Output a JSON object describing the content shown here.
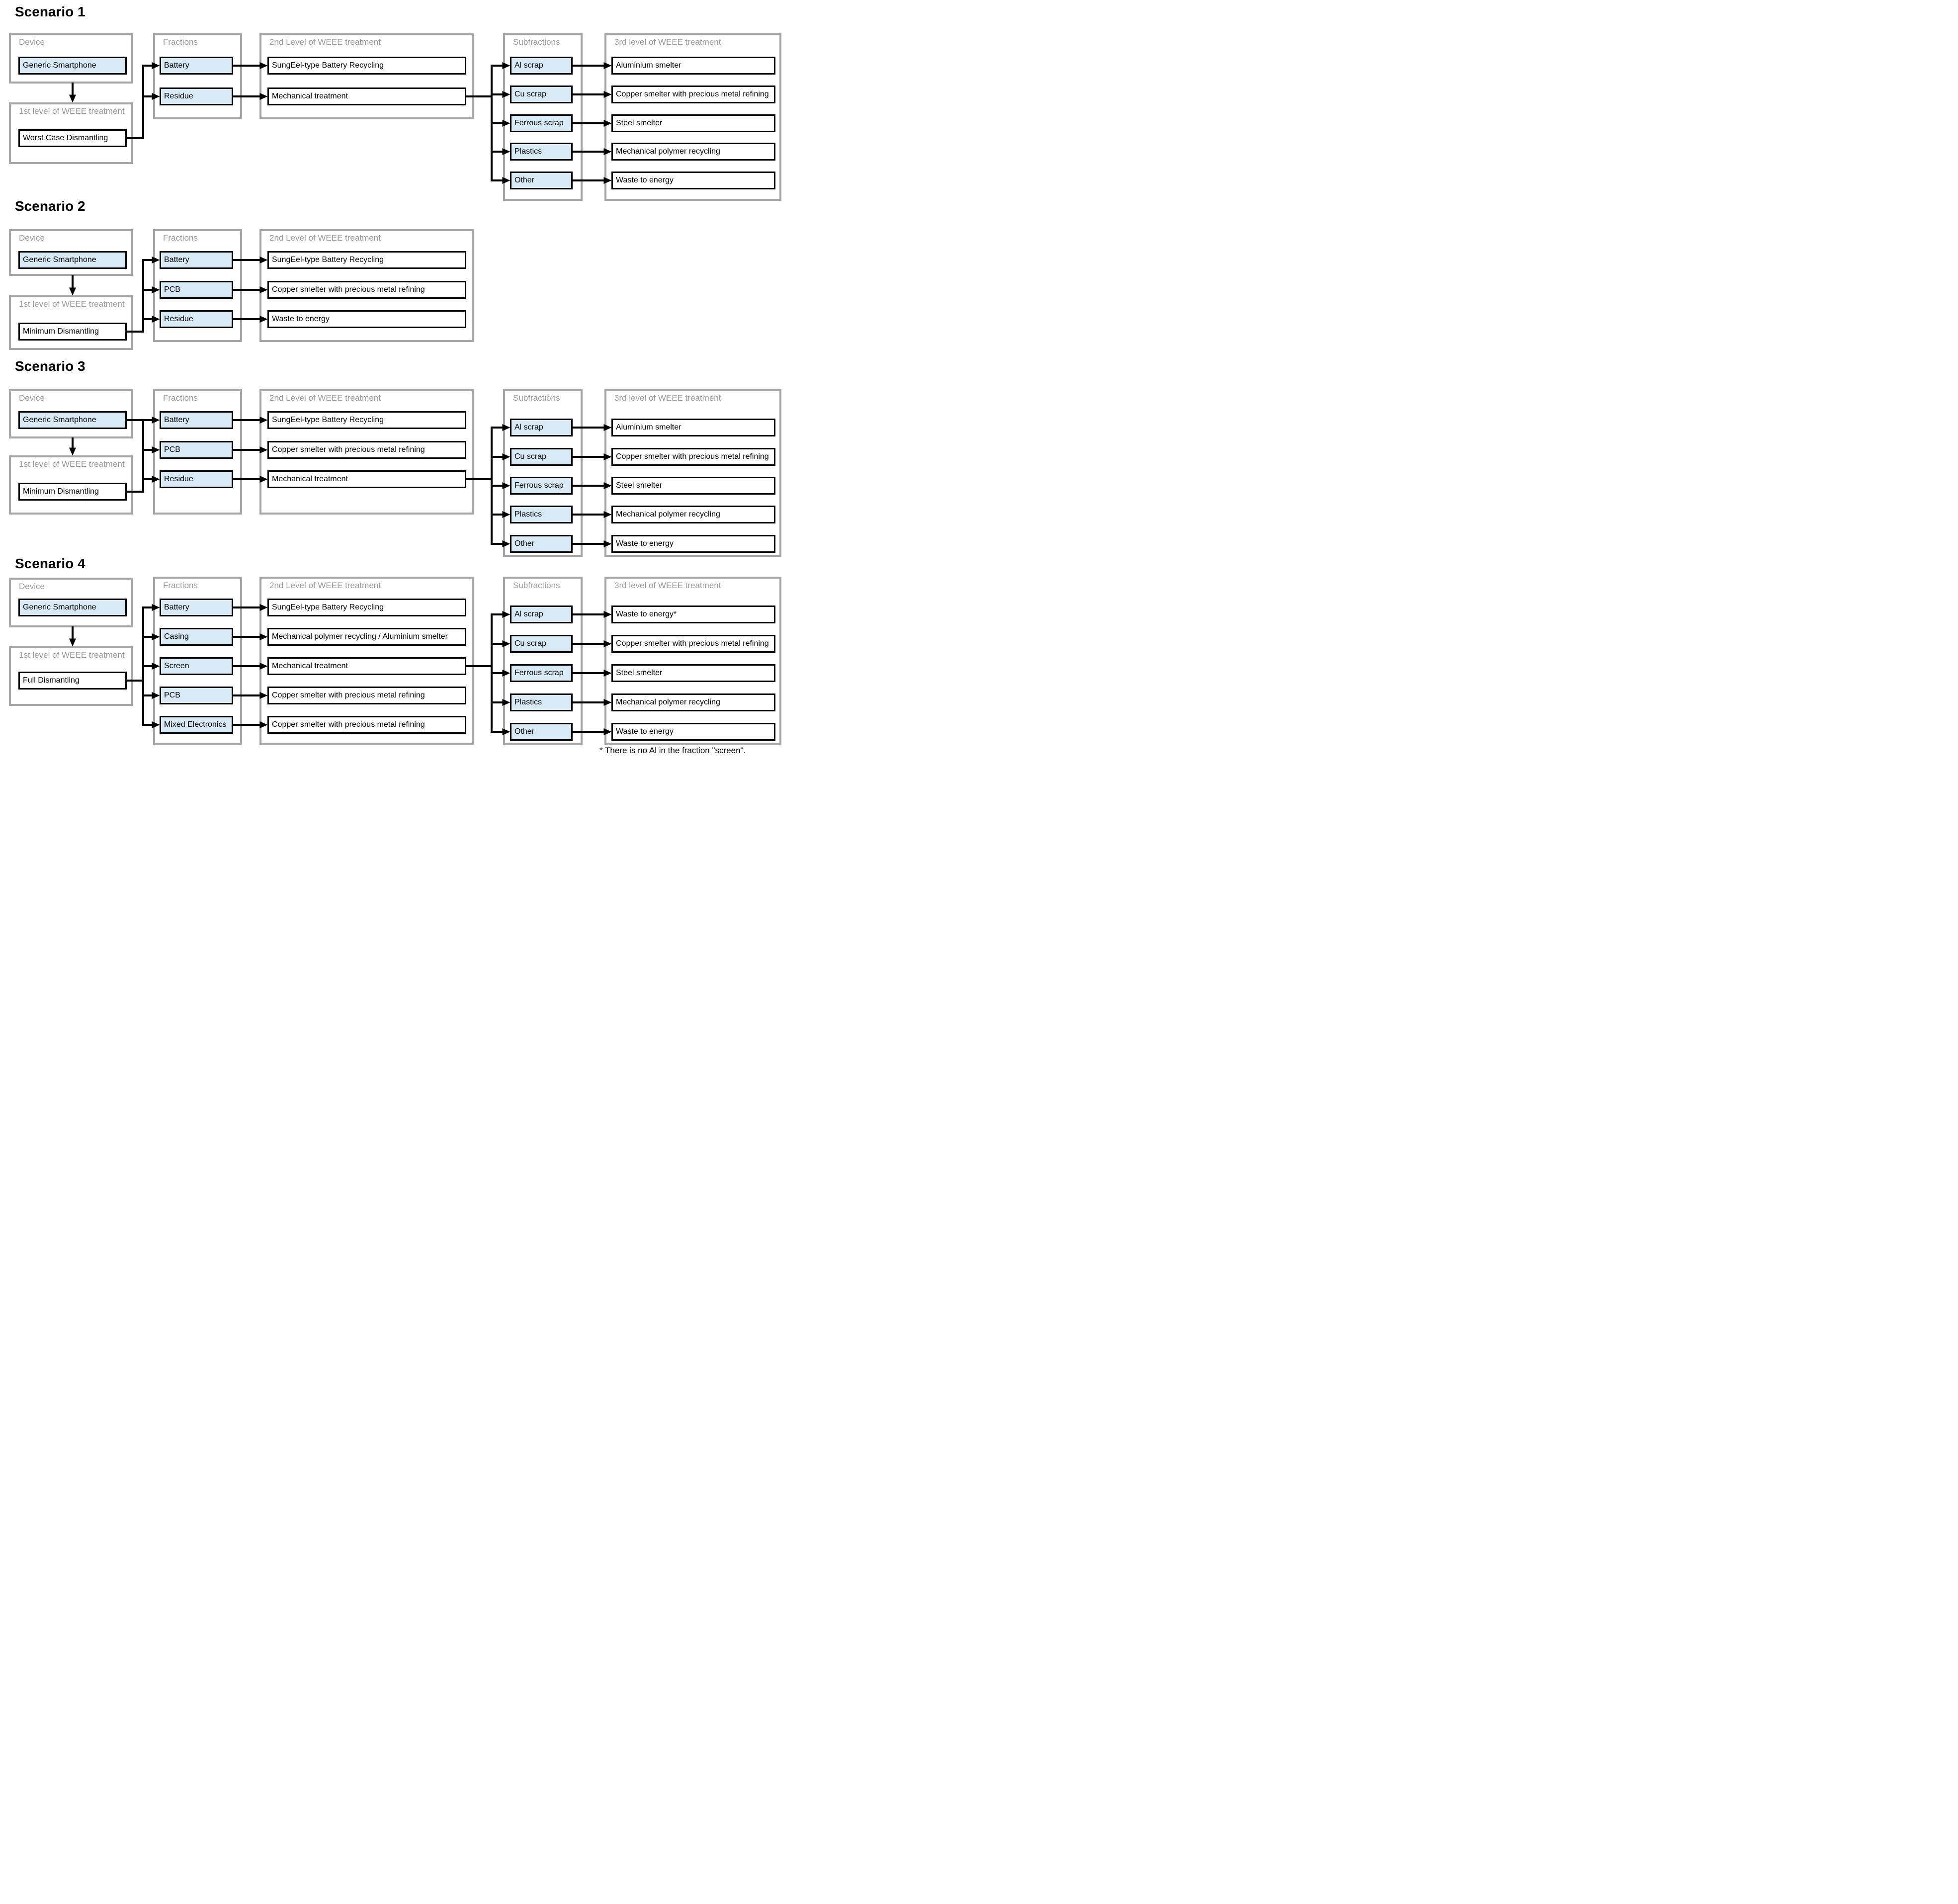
{
  "column_titles": {
    "device": "Device",
    "first": "1st level of WEEE treatment",
    "fractions": "Fractions",
    "second": "2nd Level of WEEE treatment",
    "subfractions": "Subfractions",
    "third": "3rd level of WEEE treatment"
  },
  "footnote": "* There is no Al in the fraction \"screen\".",
  "colors": {
    "fraction_fill": "#d9eaf7",
    "treatment_fill": "#ffffff",
    "container_border": "#a6a6a6",
    "container_label": "#9a9a9a",
    "box_border": "#000000",
    "connector": "#000000"
  },
  "scenarios": [
    {
      "title": "Scenario 1",
      "device": "Generic Smartphone",
      "first_level": "Worst Case Dismantling",
      "device_feeds_fractions": false,
      "fractions": [
        "Battery",
        "Residue"
      ],
      "second_level": [
        "SungEel-type Battery Recycling",
        "Mechanical treatment"
      ],
      "subfractions": [
        "Al scrap",
        "Cu scrap",
        "Ferrous scrap",
        "Plastics",
        "Other"
      ],
      "third_level": [
        "Aluminium smelter",
        "Copper smelter with precious metal refining",
        "Steel smelter",
        "Mechanical polymer recycling",
        "Waste to energy"
      ]
    },
    {
      "title": "Scenario 2",
      "device": "Generic Smartphone",
      "first_level": "Minimum Dismantling",
      "device_feeds_fractions": false,
      "fractions": [
        "Battery",
        "PCB",
        "Residue"
      ],
      "second_level": [
        "SungEel-type Battery Recycling",
        "Copper smelter with precious metal refining",
        "Waste to energy"
      ],
      "subfractions": [],
      "third_level": []
    },
    {
      "title": "Scenario 3",
      "device": "Generic Smartphone",
      "first_level": "Minimum Dismantling",
      "device_feeds_fractions": true,
      "fractions": [
        "Battery",
        "PCB",
        "Residue"
      ],
      "second_level": [
        "SungEel-type Battery Recycling",
        "Copper smelter with precious metal refining",
        "Mechanical treatment"
      ],
      "subfractions": [
        "Al scrap",
        "Cu scrap",
        "Ferrous scrap",
        "Plastics",
        "Other"
      ],
      "third_level": [
        "Aluminium smelter",
        "Copper smelter with precious metal refining",
        "Steel smelter",
        "Mechanical polymer recycling",
        "Waste to energy"
      ]
    },
    {
      "title": "Scenario 4",
      "device": "Generic Smartphone",
      "first_level": "Full Dismantling",
      "device_feeds_fractions": false,
      "fractions": [
        "Battery",
        "Casing",
        "Screen",
        "PCB",
        "Mixed Electronics"
      ],
      "second_level": [
        "SungEel-type Battery Recycling",
        "Mechanical polymer recycling / Aluminium smelter",
        "Mechanical treatment",
        "Copper smelter with precious metal refining",
        "Copper smelter with precious metal refining"
      ],
      "subfractions": [
        "Al scrap",
        "Cu scrap",
        "Ferrous scrap",
        "Plastics",
        "Other"
      ],
      "third_level": [
        "Waste to energy*",
        "Copper smelter with precious metal refining",
        "Steel smelter",
        "Mechanical polymer recycling",
        "Waste to energy"
      ]
    }
  ]
}
